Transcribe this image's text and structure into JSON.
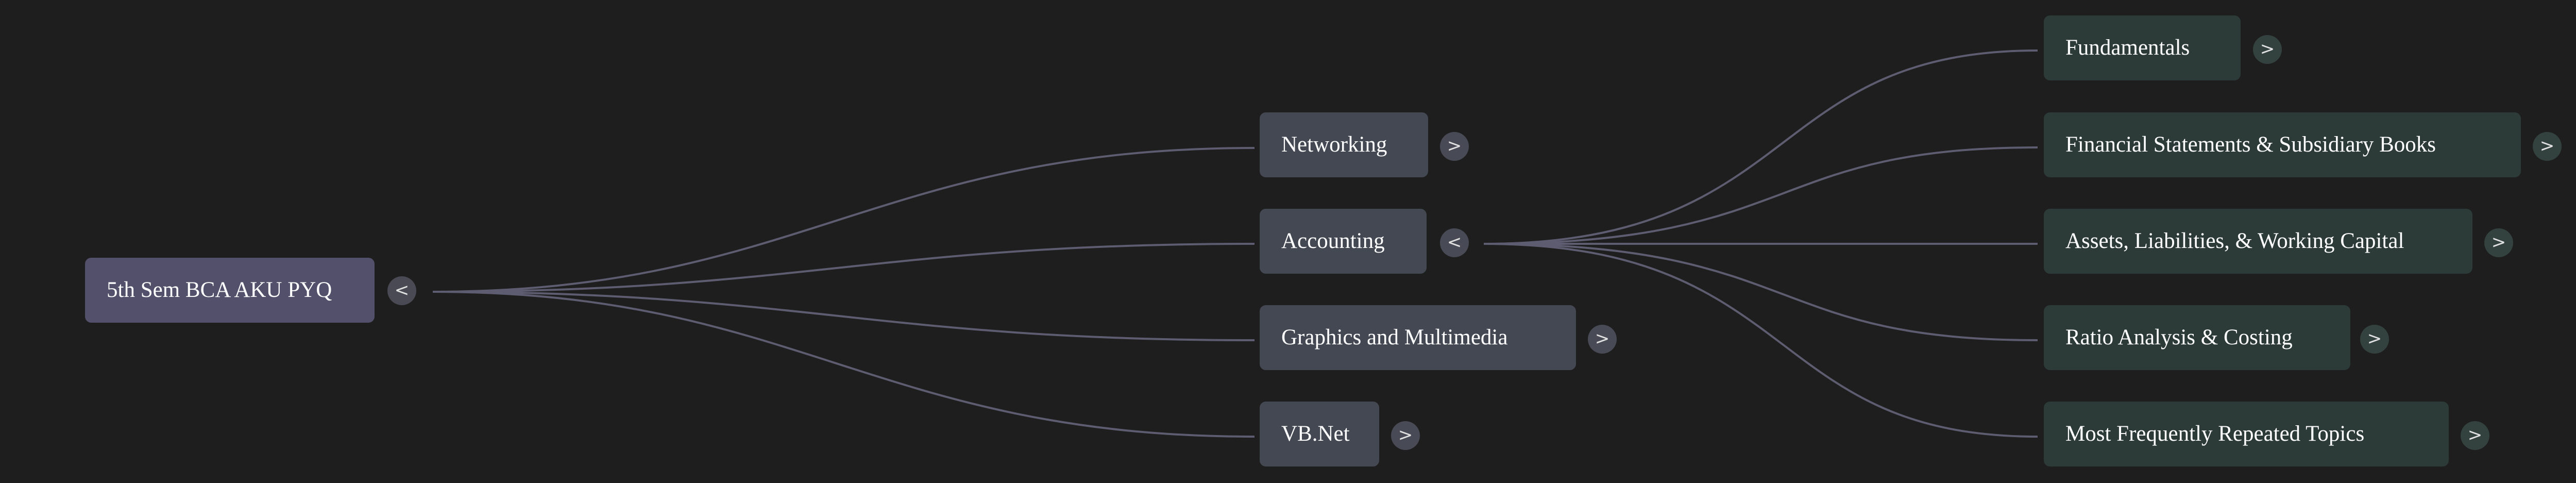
{
  "root": {
    "label": "5th Sem BCA AKU PYQ",
    "toggle": "<"
  },
  "subjects": [
    {
      "label": "Networking",
      "toggle": ">"
    },
    {
      "label": "Accounting",
      "toggle": "<"
    },
    {
      "label": "Graphics and Multimedia",
      "toggle": ">"
    },
    {
      "label": "VB.Net",
      "toggle": ">"
    }
  ],
  "accounting_topics": [
    {
      "label": "Fundamentals",
      "toggle": ">"
    },
    {
      "label": "Financial Statements & Subsidiary Books",
      "toggle": ">"
    },
    {
      "label": "Assets, Liabilities, & Working Capital",
      "toggle": ">"
    },
    {
      "label": "Ratio Analysis & Costing",
      "toggle": ">"
    },
    {
      "label": "Most Frequently Repeated Topics",
      "toggle": ">"
    }
  ],
  "colors": {
    "background": "#1e1e1e",
    "root_node": "#52506a",
    "subject_node": "#434853",
    "topic_node": "#2c3b38",
    "edge": "#5e5c70"
  }
}
